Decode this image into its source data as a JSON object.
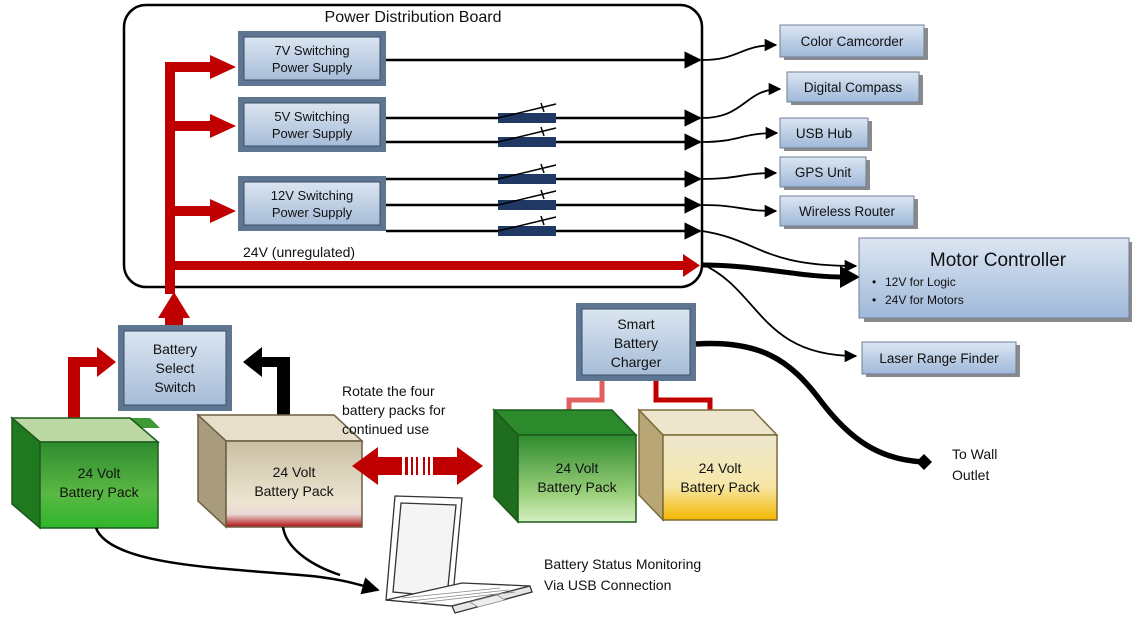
{
  "board": {
    "title": "Power Distribution Board"
  },
  "power_supplies": [
    {
      "line1": "7V Switching",
      "line2": "Power Supply"
    },
    {
      "line1": "5V Switching",
      "line2": "Power Supply"
    },
    {
      "line1": "12V Switching",
      "line2": "Power Supply"
    }
  ],
  "unregulated_label": "24V (unregulated)",
  "devices": {
    "camcorder": "Color Camcorder",
    "compass": "Digital Compass",
    "usb_hub": "USB Hub",
    "gps": "GPS Unit",
    "router": "Wireless Router",
    "laser": "Laser Range Finder"
  },
  "motor_controller": {
    "title": "Motor Controller",
    "bullets": [
      "12V for Logic",
      "24V for Motors"
    ]
  },
  "battery_select": {
    "line1": "Battery",
    "line2": "Select",
    "line3": "Switch"
  },
  "charger": {
    "line1": "Smart",
    "line2": "Battery",
    "line3": "Charger"
  },
  "battery_packs": [
    {
      "line1": "24 Volt",
      "line2": "Battery Pack",
      "color": "green"
    },
    {
      "line1": "24 Volt",
      "line2": "Battery Pack",
      "color": "tan-red"
    },
    {
      "line1": "24 Volt",
      "line2": "Battery Pack",
      "color": "green"
    },
    {
      "line1": "24 Volt",
      "line2": "Battery Pack",
      "color": "orange"
    }
  ],
  "rotate_note": [
    "Rotate the four",
    "battery packs for",
    "continued use"
  ],
  "wall_outlet": [
    "To Wall",
    "Outlet"
  ],
  "monitoring_note": [
    "Battery Status Monitoring",
    "Via USB Connection"
  ],
  "colors": {
    "red_arrow": "#c00000",
    "box_fill": "#b8cce4",
    "switch_blue": "#1f3864",
    "device_border": "#7f7f7f"
  }
}
